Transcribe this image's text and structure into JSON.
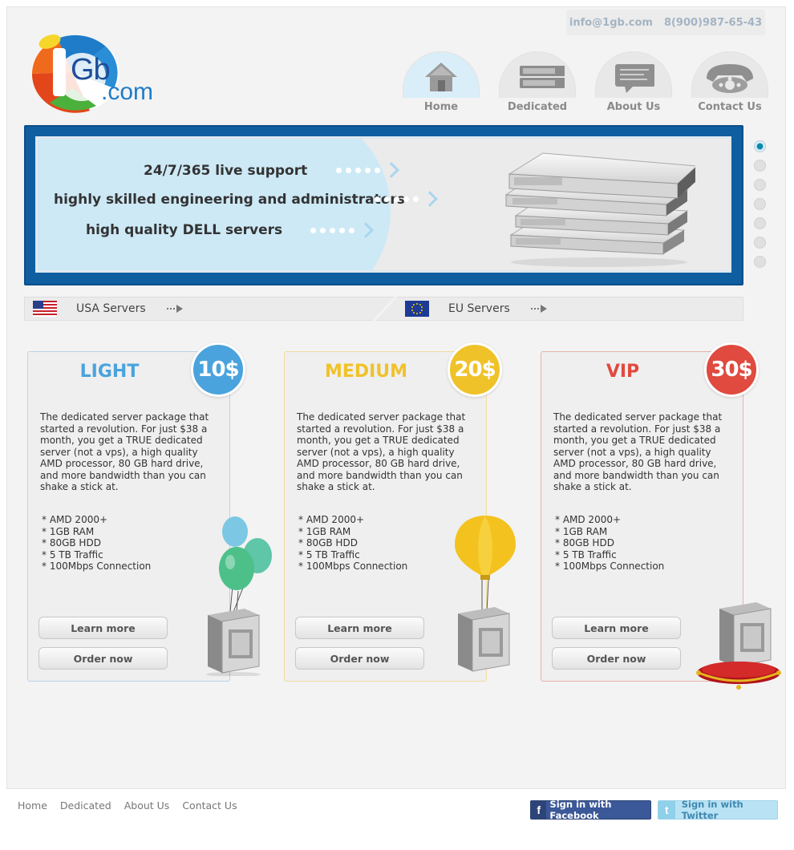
{
  "header": {
    "email": "info@1gb.com",
    "phone": "8(900)987-65-43"
  },
  "logo": {
    "mark": "Gb",
    "suffix": ".com"
  },
  "nav": [
    {
      "label": "Home",
      "icon": "home-icon",
      "active": true
    },
    {
      "label": "Dedicated",
      "icon": "server-rack-icon",
      "active": false
    },
    {
      "label": "About Us",
      "icon": "chat-bubble-icon",
      "active": false
    },
    {
      "label": "Contact Us",
      "icon": "phone-icon",
      "active": false
    }
  ],
  "banner": {
    "lines": [
      "24/7/365 live support",
      "highly skilled engineering and administrators",
      "high quality DELL servers"
    ],
    "slides": 7,
    "active_slide": 1
  },
  "servers": {
    "usa": "USA Servers",
    "eu": "EU Servers"
  },
  "plans": [
    {
      "title": "LIGHT",
      "price": "10$",
      "color": "#4aa3dd",
      "border": "#b9d3e8",
      "description": "The dedicated server package that started a revolution. For just $38 a month, you get a TRUE dedicated server (not a vps), a high quality AMD processor, 80 GB hard drive, and more bandwidth than you can shake a stick at.",
      "specs": [
        "* AMD 2000+",
        "* 1GB RAM",
        "* 80GB HDD",
        "* 5 TB Traffic",
        "* 100Mbps Connection"
      ],
      "learn": "Learn more",
      "order": "Order now"
    },
    {
      "title": "MEDIUM",
      "price": "20$",
      "color": "#f0c22a",
      "border": "#f1dca0",
      "description": "The dedicated server package that started a revolution. For just $38 a month, you get a TRUE dedicated server (not a vps), a high quality AMD processor, 80 GB hard drive, and more bandwidth than you can shake a stick at.",
      "specs": [
        "* AMD 2000+",
        "* 1GB RAM",
        "* 80GB HDD",
        "* 5 TB Traffic",
        "* 100Mbps Connection"
      ],
      "learn": "Learn more",
      "order": "Order now"
    },
    {
      "title": "VIP",
      "price": "30$",
      "color": "#e04a3f",
      "border": "#e7b1ab",
      "description": "The dedicated server package that started a revolution. For just $38 a month, you get a TRUE dedicated server (not a vps), a high quality AMD processor, 80 GB hard drive, and more bandwidth than you can shake a stick at.",
      "specs": [
        "* AMD 2000+",
        "* 1GB RAM",
        "* 80GB HDD",
        "* 5 TB Traffic",
        "* 100Mbps Connection"
      ],
      "learn": "Learn more",
      "order": "Order now"
    }
  ],
  "footer": {
    "links": [
      "Home",
      "Dedicated",
      "About Us",
      "Contact Us"
    ],
    "facebook": "Sign in with Facebook",
    "twitter": "Sign in with Twitter"
  }
}
